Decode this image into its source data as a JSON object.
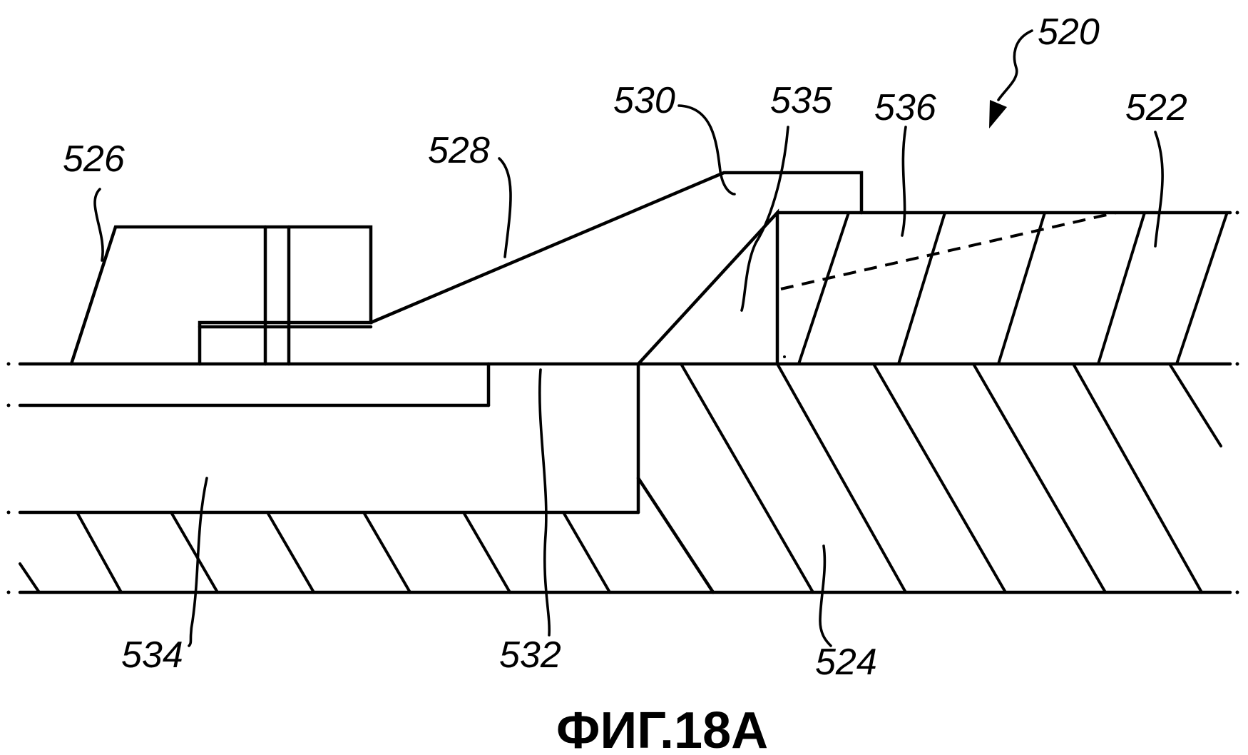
{
  "caption": "ФИГ.18А",
  "labels": {
    "l520": "520",
    "l522": "522",
    "l524": "524",
    "l526": "526",
    "l528": "528",
    "l530": "530",
    "l532": "532",
    "l534": "534",
    "l535": "535",
    "l536": "536"
  }
}
